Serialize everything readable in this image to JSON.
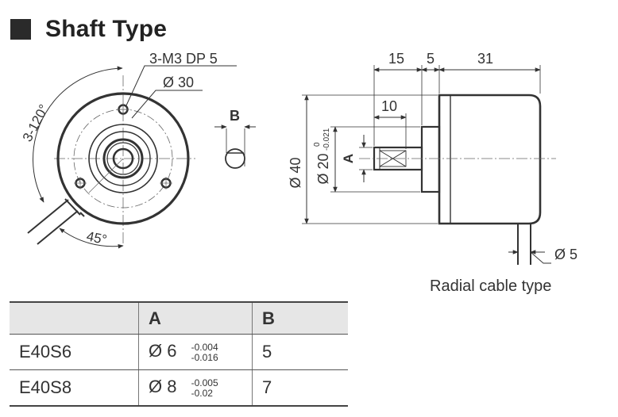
{
  "section": {
    "title": "Shaft Type"
  },
  "front_view": {
    "hole_label": "3-M3 DP 5",
    "pcd_label": "Ø 30",
    "angle_main": "3-120°",
    "angle_cable": "45°"
  },
  "shaft_detail": {
    "label": "B"
  },
  "side_view": {
    "dim_15": "15",
    "dim_5": "5",
    "dim_31": "31",
    "dim_10": "10",
    "dia_40": "Ø 40",
    "dia_20": "Ø 20",
    "dia_20_tol_upper": "0",
    "dia_20_tol_lower": "-0.021",
    "shaft_a": "A",
    "cable_dia": "Ø 5",
    "caption": "Radial cable type"
  },
  "table": {
    "headers": [
      "",
      "A",
      "B"
    ],
    "rows": [
      {
        "model": "E40S6",
        "a": "Ø 6",
        "a_tol_upper": "-0.004",
        "a_tol_lower": "-0.016",
        "b": "5"
      },
      {
        "model": "E40S8",
        "a": "Ø 8",
        "a_tol_upper": "-0.005",
        "a_tol_lower": "-0.02",
        "b": "7"
      }
    ]
  }
}
